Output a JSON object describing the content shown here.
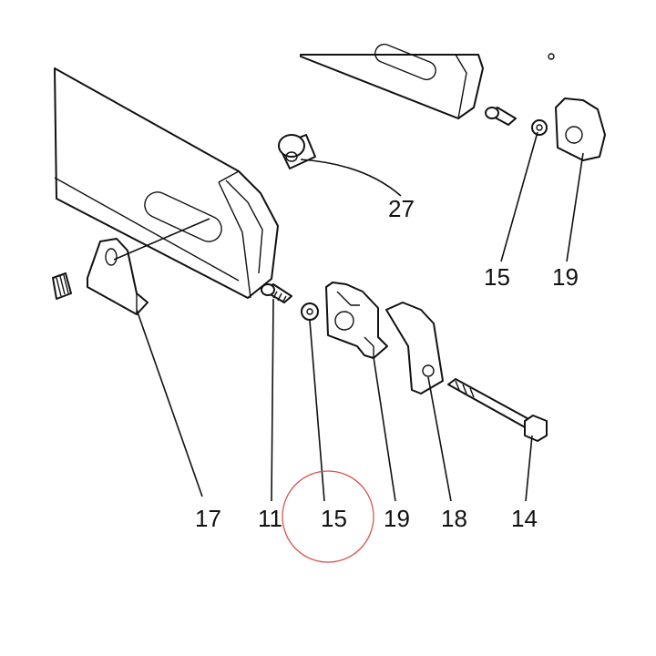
{
  "callouts": [
    {
      "id": "c27",
      "label": "27"
    },
    {
      "id": "c15tr",
      "label": "15"
    },
    {
      "id": "c19tr",
      "label": "19"
    },
    {
      "id": "c17",
      "label": "17"
    },
    {
      "id": "c11",
      "label": "11"
    },
    {
      "id": "c15",
      "label": "15"
    },
    {
      "id": "c19",
      "label": "19"
    },
    {
      "id": "c18",
      "label": "18"
    },
    {
      "id": "c14",
      "label": "14"
    }
  ],
  "highlight": {
    "target": "c15",
    "color": "#d9534f"
  }
}
